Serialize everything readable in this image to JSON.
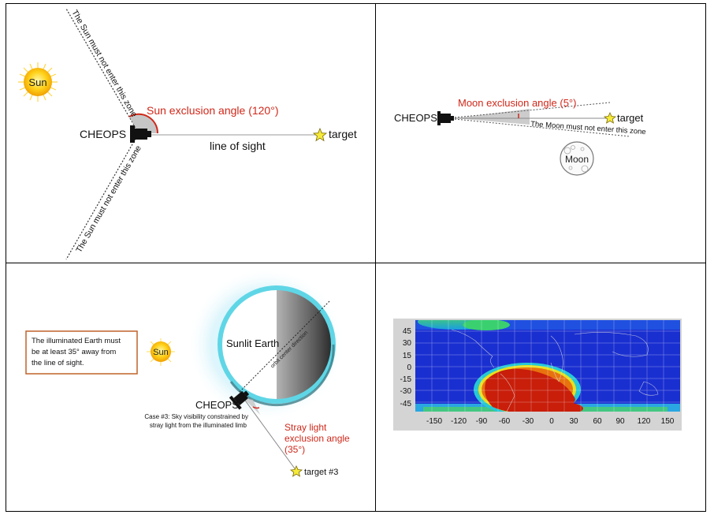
{
  "sun_panel": {
    "sun_label": "Sun",
    "spacecraft_label": "CHEOPS",
    "target_label": "target",
    "line_of_sight_label": "line of sight",
    "exclusion_label": "Sun exclusion angle (120°)",
    "zone_label_upper": "The Sun must not enter this zone",
    "zone_label_lower": "The Sun must not enter this zone"
  },
  "moon_panel": {
    "spacecraft_label": "CHEOPS",
    "exclusion_label": "Moon exclusion angle (5°)",
    "target_label": "target",
    "zone_label": "The Moon must not enter this zone",
    "moon_label": "Moon"
  },
  "earth_panel": {
    "note_text": [
      "The illuminated Earth must",
      "be at least 35° away from",
      "the line of sight."
    ],
    "sun_label": "Sun",
    "earth_label": "Sunlit Earth",
    "terminator_label": "orbit center direction",
    "spacecraft_label": "CHEOPS",
    "case_text": [
      "Case #3: Sky visibility constrained by",
      "stray light from the illuminated limb"
    ],
    "exclusion_label": [
      "Stray light",
      "exclusion angle",
      "(35°)"
    ],
    "target_label": "target #3"
  },
  "map_panel": {
    "y_ticks": [
      "45",
      "30",
      "15",
      "0",
      "-15",
      "-30",
      "-45"
    ],
    "x_ticks": [
      "-150",
      "-120",
      "-90",
      "-60",
      "-30",
      "0",
      "30",
      "60",
      "90",
      "120",
      "150"
    ]
  },
  "colors": {
    "exclusion_red": "#d0281a",
    "sun_yellow": "#f7d421",
    "earth_cyan": "#5fd6e6",
    "note_border": "#c0622a",
    "map_blue": "#1a2fd0",
    "map_red": "#c81e0a"
  }
}
